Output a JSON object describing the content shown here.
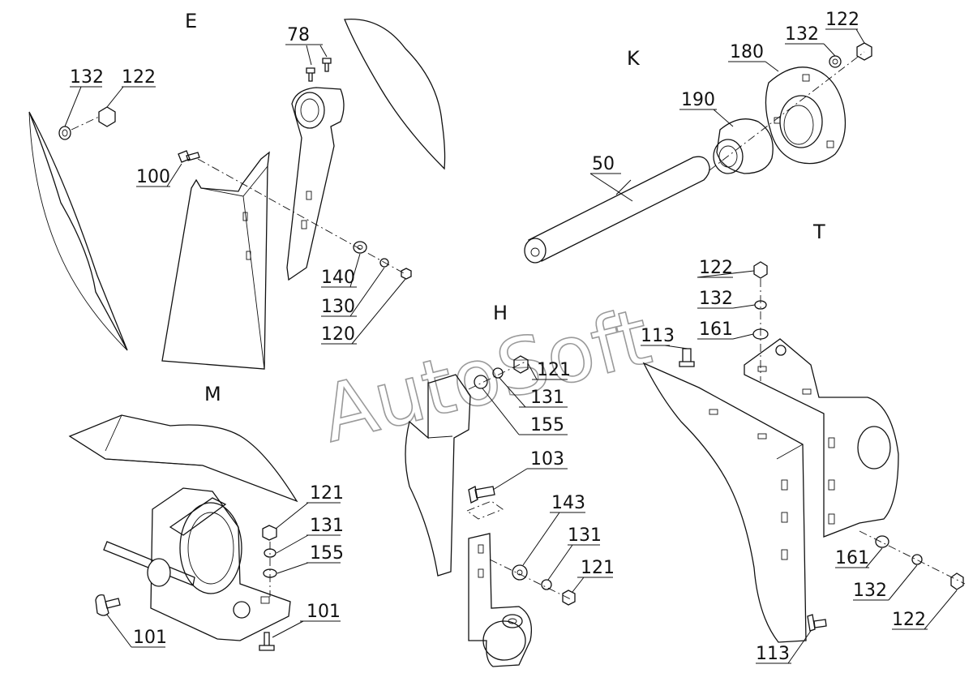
{
  "watermark": "AutoSoft",
  "sections": {
    "E": "E",
    "K": "K",
    "T": "T",
    "H": "H",
    "M": "M"
  },
  "callouts": {
    "e_132": "132",
    "e_122": "122",
    "e_78": "78",
    "e_100": "100",
    "e_140": "140",
    "e_130": "130",
    "e_120": "120",
    "k_132": "132",
    "k_122": "122",
    "k_180": "180",
    "k_190": "190",
    "k_50": "50",
    "t_122": "122",
    "t_132": "132",
    "t_161": "161",
    "t_113a": "113",
    "t_161b": "161",
    "t_132b": "132",
    "t_122b": "122",
    "t_113b": "113",
    "h_121": "121",
    "h_131": "131",
    "h_155": "155",
    "h_103": "103",
    "h_143": "143",
    "h_131b": "131",
    "h_121b": "121",
    "m_121": "121",
    "m_131": "131",
    "m_155": "155",
    "m_101a": "101",
    "m_101b": "101"
  }
}
